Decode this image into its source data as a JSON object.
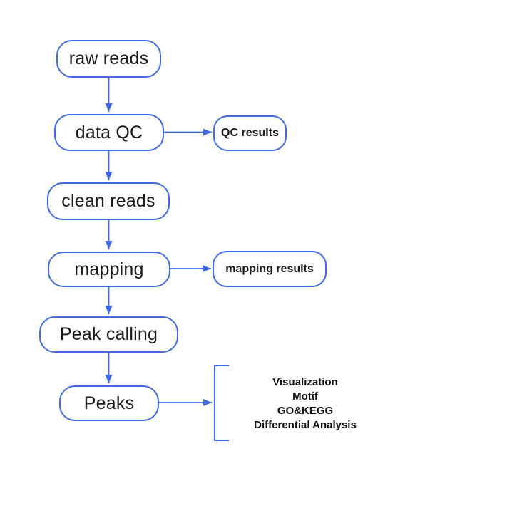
{
  "colors": {
    "accent": "#4169E1",
    "node_text": "#1a1a1a"
  },
  "flow": {
    "steps": [
      {
        "label": "raw reads"
      },
      {
        "label": "data QC"
      },
      {
        "label": "clean reads"
      },
      {
        "label": "mapping"
      },
      {
        "label": "Peak calling"
      },
      {
        "label": "Peaks"
      }
    ],
    "outputs": [
      {
        "label": "QC results",
        "from": "data QC"
      },
      {
        "label": "mapping results",
        "from": "mapping"
      }
    ],
    "analysis": {
      "from": "Peaks",
      "items": [
        "Visualization",
        "Motif",
        "GO&KEGG",
        "Differential Analysis"
      ]
    }
  }
}
